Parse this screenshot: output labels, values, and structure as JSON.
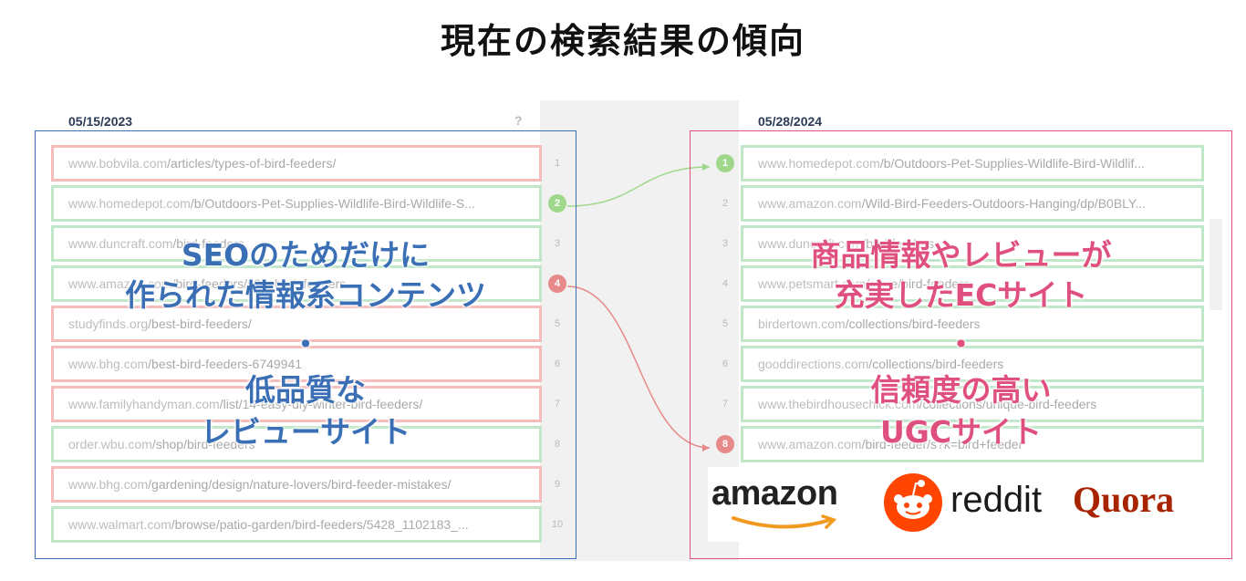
{
  "title": "現在の検索結果の傾向",
  "left": {
    "date": "05/15/2023",
    "help": "?",
    "rows": [
      {
        "domain": "www.bobvila.com",
        "path": "/articles/types-of-bird-feeders/",
        "rank": "1",
        "status": "bad"
      },
      {
        "domain": "www.homedepot.com",
        "path": "/b/Outdoors-Pet-Supplies-Wildlife-Bird-Wildlife-S...",
        "rank": "2",
        "status": "good"
      },
      {
        "domain": "www.duncraft.com",
        "path": "/bird-feeders",
        "rank": "3",
        "status": "good"
      },
      {
        "domain": "www.amazon.com",
        "path": "/bird-feeders/s?k=bird+feeders",
        "rank": "4",
        "status": "good"
      },
      {
        "domain": "studyfinds.org",
        "path": "/best-bird-feeders/",
        "rank": "5",
        "status": "bad"
      },
      {
        "domain": "www.bhg.com",
        "path": "/best-bird-feeders-6749941",
        "rank": "6",
        "status": "bad"
      },
      {
        "domain": "www.familyhandyman.com",
        "path": "/list/14-easy-diy-winter-bird-feeders/",
        "rank": "7",
        "status": "bad"
      },
      {
        "domain": "order.wbu.com",
        "path": "/shop/bird-feeders",
        "rank": "8",
        "status": "good"
      },
      {
        "domain": "www.bhg.com",
        "path": "/gardening/design/nature-lovers/bird-feeder-mistakes/",
        "rank": "9",
        "status": "bad"
      },
      {
        "domain": "www.walmart.com",
        "path": "/browse/patio-garden/bird-feeders/5428_1102183_...",
        "rank": "10",
        "status": "good"
      }
    ],
    "overlay": [
      "SEOのためだけに",
      "作られた情報系コンテンツ",
      "・",
      "低品質な",
      "レビューサイト"
    ]
  },
  "right": {
    "date": "05/28/2024",
    "rows": [
      {
        "domain": "www.homedepot.com",
        "path": "/b/Outdoors-Pet-Supplies-Wildlife-Bird-Wildlif...",
        "rank": "1"
      },
      {
        "domain": "www.amazon.com",
        "path": "/Wild-Bird-Feeders-Outdoors-Hanging/dp/B0BLY...",
        "rank": "2"
      },
      {
        "domain": "www.duncraft.com",
        "path": "/bird-feeders",
        "rank": "3"
      },
      {
        "domain": "www.petsmart.com",
        "path": "/store/bird-feeders",
        "rank": "4"
      },
      {
        "domain": "birdertown.com",
        "path": "/collections/bird-feeders",
        "rank": "5"
      },
      {
        "domain": "gooddirections.com",
        "path": "/collections/bird-feeders",
        "rank": "6"
      },
      {
        "domain": "www.thebirdhousechick.com",
        "path": "/collections/unique-bird-feeders",
        "rank": "7"
      },
      {
        "domain": "www.amazon.com",
        "path": "/bird-feeder/s?k=bird+feeder",
        "rank": "8"
      }
    ],
    "overlay": [
      "商品情報やレビューが",
      "充実したECサイト",
      "・",
      "信頼度の高い",
      "UGCサイト"
    ]
  },
  "logos": {
    "amazon": "amazon",
    "reddit": "reddit",
    "quora": "Quora"
  },
  "colors": {
    "good": "#bfe7c8",
    "bad": "#f6bcbc",
    "left_accent": "#3a6fb5",
    "right_accent": "#e0507e",
    "up": "#9fd88a",
    "down": "#e88a8a"
  }
}
